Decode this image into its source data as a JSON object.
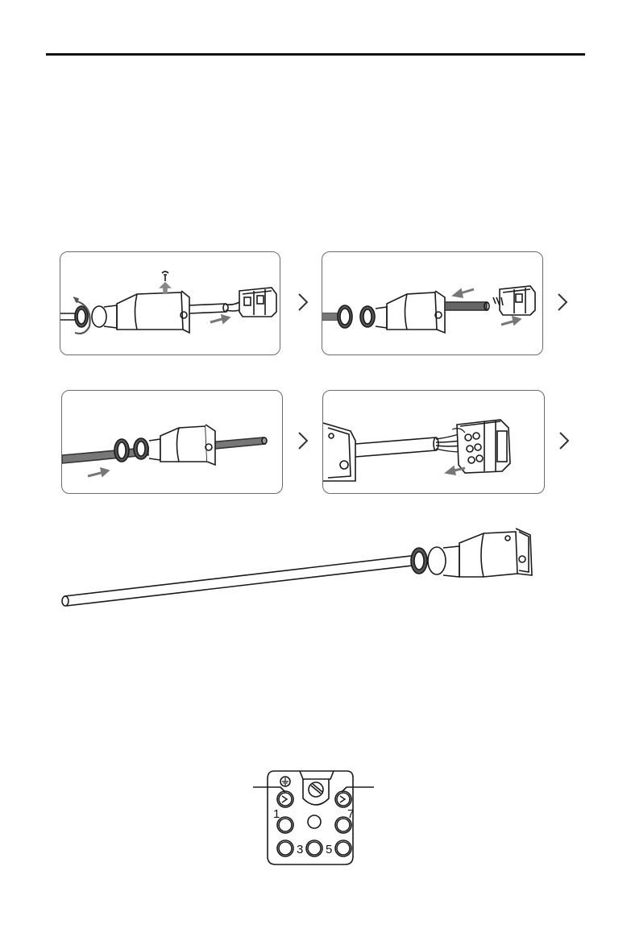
{
  "page": {
    "accent": "#111111",
    "panel_border": "#6b6b6b",
    "arrow_color": "#6f6f6f"
  },
  "steps": [
    {
      "id": 1,
      "icon": "unscrew-gland-remove-screw-illustration"
    },
    {
      "id": 2,
      "icon": "slide-housing-onto-cable-illustration"
    },
    {
      "id": 3,
      "icon": "push-cable-through-gland-illustration"
    },
    {
      "id": 4,
      "icon": "insert-wires-into-insert-illustration"
    }
  ],
  "navigation": {
    "next_icon": "chevron-right-icon"
  },
  "pinout": {
    "pins": [
      {
        "label": "1"
      },
      {
        "label": "3"
      },
      {
        "label": "5"
      },
      {
        "label": "7"
      }
    ],
    "ground_symbol": "earth-ground-icon"
  }
}
